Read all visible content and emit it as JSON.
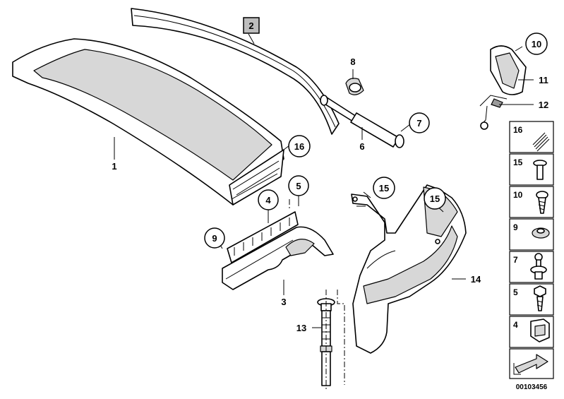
{
  "diagram": {
    "document_number": "00103456",
    "callouts": {
      "c1": "1",
      "c2": "2",
      "c3": "3",
      "c4": "4",
      "c5": "5",
      "c6": "6",
      "c7": "7",
      "c8": "8",
      "c9": "9",
      "c10": "10",
      "c11": "11",
      "c12": "12",
      "c13": "13",
      "c14": "14",
      "c15a": "15",
      "c15b": "15",
      "c16": "16"
    },
    "legend": [
      "16",
      "15",
      "10",
      "9",
      "7",
      "5",
      "4"
    ]
  }
}
